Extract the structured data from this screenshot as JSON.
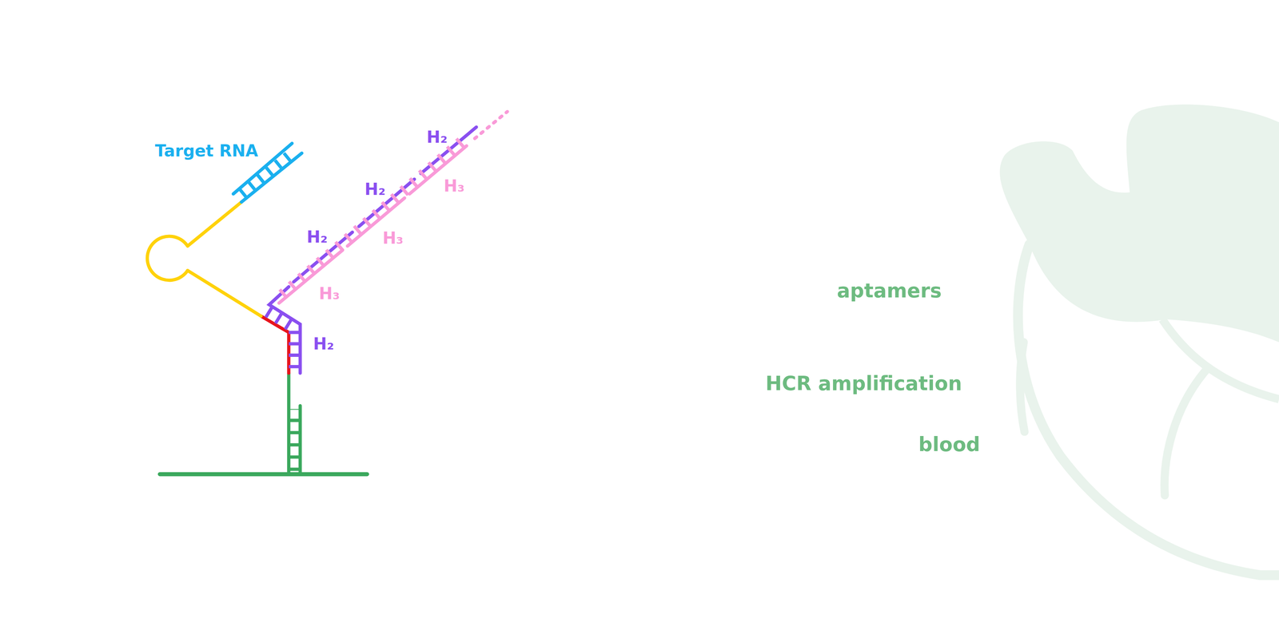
{
  "diagram": {
    "labels": [
      "Target RNA",
      "H₂",
      "H₃",
      "H₂",
      "H₃",
      "H₂",
      "H₃",
      "H₂",
      "aptamers",
      "HCR amplification",
      "blood"
    ]
  }
}
